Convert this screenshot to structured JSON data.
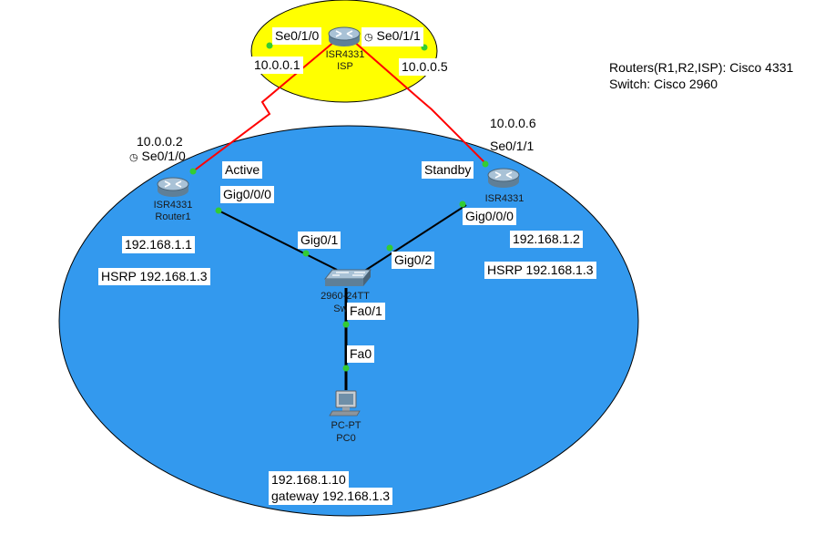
{
  "zones": {
    "isp_color": "#ffff00",
    "lan_color": "#3399ee"
  },
  "links": {
    "wan_color": "#ff0000",
    "lan_color": "#000000",
    "port_color": "#33cc33"
  },
  "notes": {
    "line1": "Routers(R1,R2,ISP): Cisco 4331",
    "line2": "Switch: Cisco 2960"
  },
  "isp": {
    "model": "ISR4331",
    "name": "ISP",
    "port_left": "Se0/1/0",
    "port_right": "Se0/1/1",
    "ip_left": "10.0.0.1",
    "ip_right": "10.0.0.5"
  },
  "router1": {
    "model": "ISR4331",
    "name": "Router1",
    "wan_ip": "10.0.0.2",
    "wan_port": "Se0/1/0",
    "state": "Active",
    "lan_port": "Gig0/0/0",
    "lan_ip": "192.168.1.1",
    "hsrp": "HSRP 192.168.1.3"
  },
  "router2": {
    "model": "ISR4331",
    "wan_ip": "10.0.0.6",
    "wan_port": "Se0/1/1",
    "state": "Standby",
    "lan_port": "Gig0/0/0",
    "lan_ip": "192.168.1.2",
    "hsrp": "HSRP 192.168.1.3"
  },
  "switch": {
    "model": "2960-24TT",
    "name": "Swi",
    "port_g1": "Gig0/1",
    "port_g2": "Gig0/2",
    "port_fa": "Fa0/1"
  },
  "pc": {
    "model": "PC-PT",
    "name": "PC0",
    "port": "Fa0",
    "ip": "192.168.1.10",
    "gateway": "gateway 192.168.1.3"
  }
}
